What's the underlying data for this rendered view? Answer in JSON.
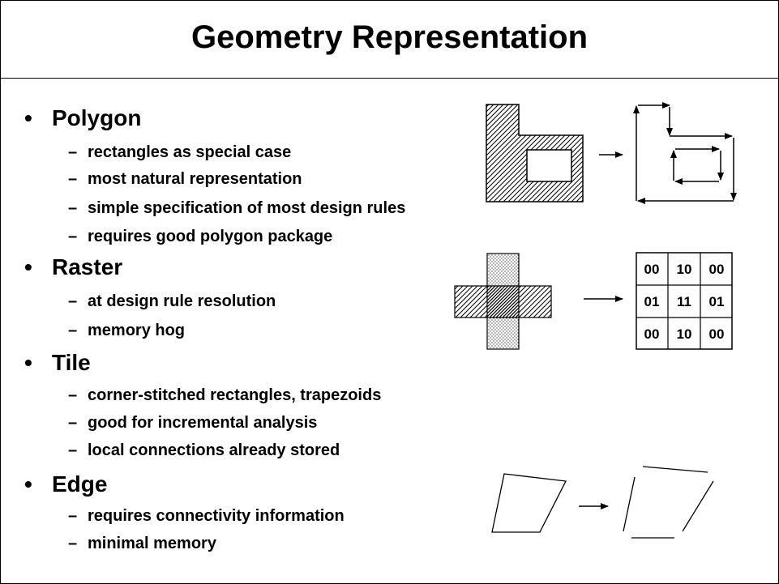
{
  "title": "Geometry Representation",
  "sections": [
    {
      "heading": "Polygon",
      "items": [
        "rectangles as special case",
        "most natural representation",
        "simple specification of most design rules",
        "requires good polygon package"
      ]
    },
    {
      "heading": "Raster",
      "items": [
        "at design rule resolution",
        "memory hog"
      ]
    },
    {
      "heading": "Tile",
      "items": [
        "corner-stitched rectangles, trapezoids",
        "good for incremental analysis",
        "local connections already stored"
      ]
    },
    {
      "heading": "Edge",
      "items": [
        "requires connectivity information",
        "minimal memory"
      ]
    }
  ],
  "bullet_symbol": "•",
  "dash_symbol": "–",
  "raster_grid": [
    [
      "00",
      "10",
      "00"
    ],
    [
      "01",
      "11",
      "01"
    ],
    [
      "00",
      "10",
      "00"
    ]
  ]
}
